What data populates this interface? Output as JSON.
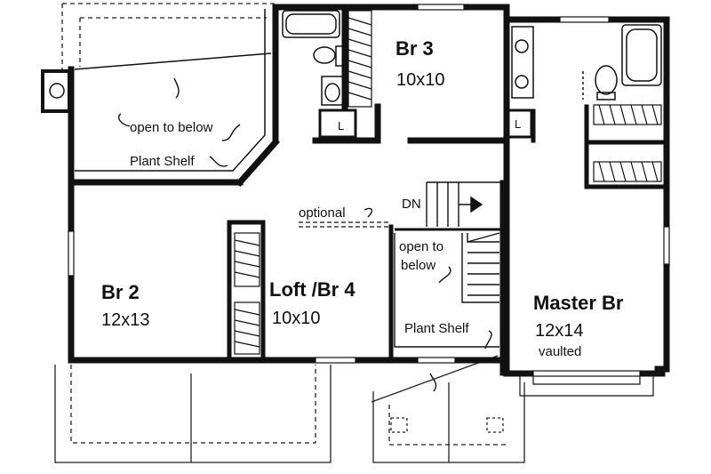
{
  "rooms": {
    "br3": {
      "name": "Br 3",
      "size": "10x10"
    },
    "br2": {
      "name": "Br 2",
      "size": "12x13"
    },
    "loft": {
      "name": "Loft /Br 4",
      "size": "10x10"
    },
    "master": {
      "name": "Master Br",
      "size": "12x14",
      "note": "vaulted"
    }
  },
  "annotations": {
    "open_to_below_top": "open to below",
    "plant_shelf_top": "Plant Shelf",
    "optional": "optional",
    "dn": "DN",
    "open_to_below_stair_1": "open to",
    "open_to_below_stair_2": "below",
    "plant_shelf_bottom": "Plant Shelf",
    "linen_1": "L",
    "linen_2": "L"
  }
}
